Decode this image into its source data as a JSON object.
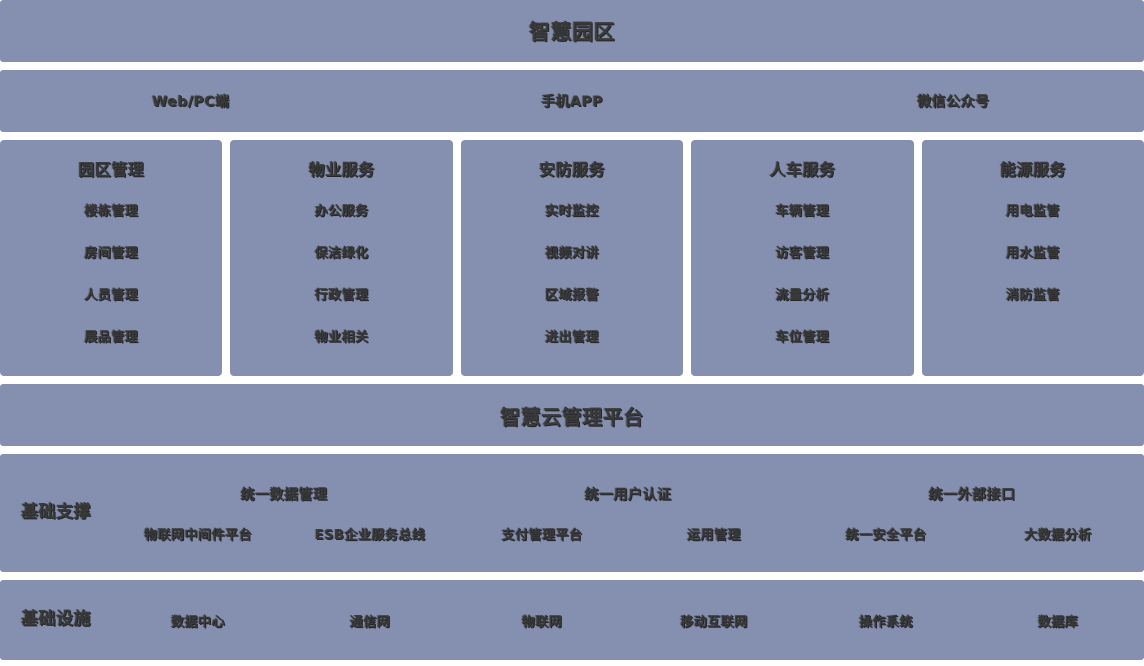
{
  "colors": {
    "band": "#8590b0",
    "page_background": "#ffffff",
    "text": "#3a3a3a"
  },
  "title": {
    "text": "智慧园区"
  },
  "channels": {
    "items": [
      {
        "label": "Web/PC端"
      },
      {
        "label": "手机APP"
      },
      {
        "label": "微信公众号"
      }
    ]
  },
  "services": {
    "cards": [
      {
        "title": "园区管理",
        "items": [
          "楼栋管理",
          "房间管理",
          "人员管理",
          "展品管理"
        ]
      },
      {
        "title": "物业服务",
        "items": [
          "办公服务",
          "保洁绿化",
          "行政管理",
          "物业相关"
        ]
      },
      {
        "title": "安防服务",
        "items": [
          "实时监控",
          "视频对讲",
          "区域报警",
          "进出管理"
        ]
      },
      {
        "title": "人车服务",
        "items": [
          "车辆管理",
          "访客管理",
          "流量分析",
          "车位管理"
        ]
      },
      {
        "title": "能源服务",
        "items": [
          "用电监管",
          "用水监管",
          "消防监管"
        ]
      }
    ]
  },
  "platform": {
    "text": "智慧云管理平台"
  },
  "support": {
    "label": "基础支撑",
    "primary": [
      {
        "label": "统一数据管理"
      },
      {
        "label": "统一用户认证"
      },
      {
        "label": "统一外部接口"
      }
    ],
    "secondary": [
      {
        "label": "物联网中间件平台"
      },
      {
        "label": "ESB企业服务总线"
      },
      {
        "label": "支付管理平台"
      },
      {
        "label": "运用管理"
      },
      {
        "label": "统一安全平台"
      },
      {
        "label": "大数据分析"
      }
    ]
  },
  "infrastructure": {
    "label": "基础设施",
    "items": [
      {
        "label": "数据中心"
      },
      {
        "label": "通信网"
      },
      {
        "label": "物联网"
      },
      {
        "label": "移动互联网"
      },
      {
        "label": "操作系统"
      },
      {
        "label": "数据库"
      }
    ]
  }
}
